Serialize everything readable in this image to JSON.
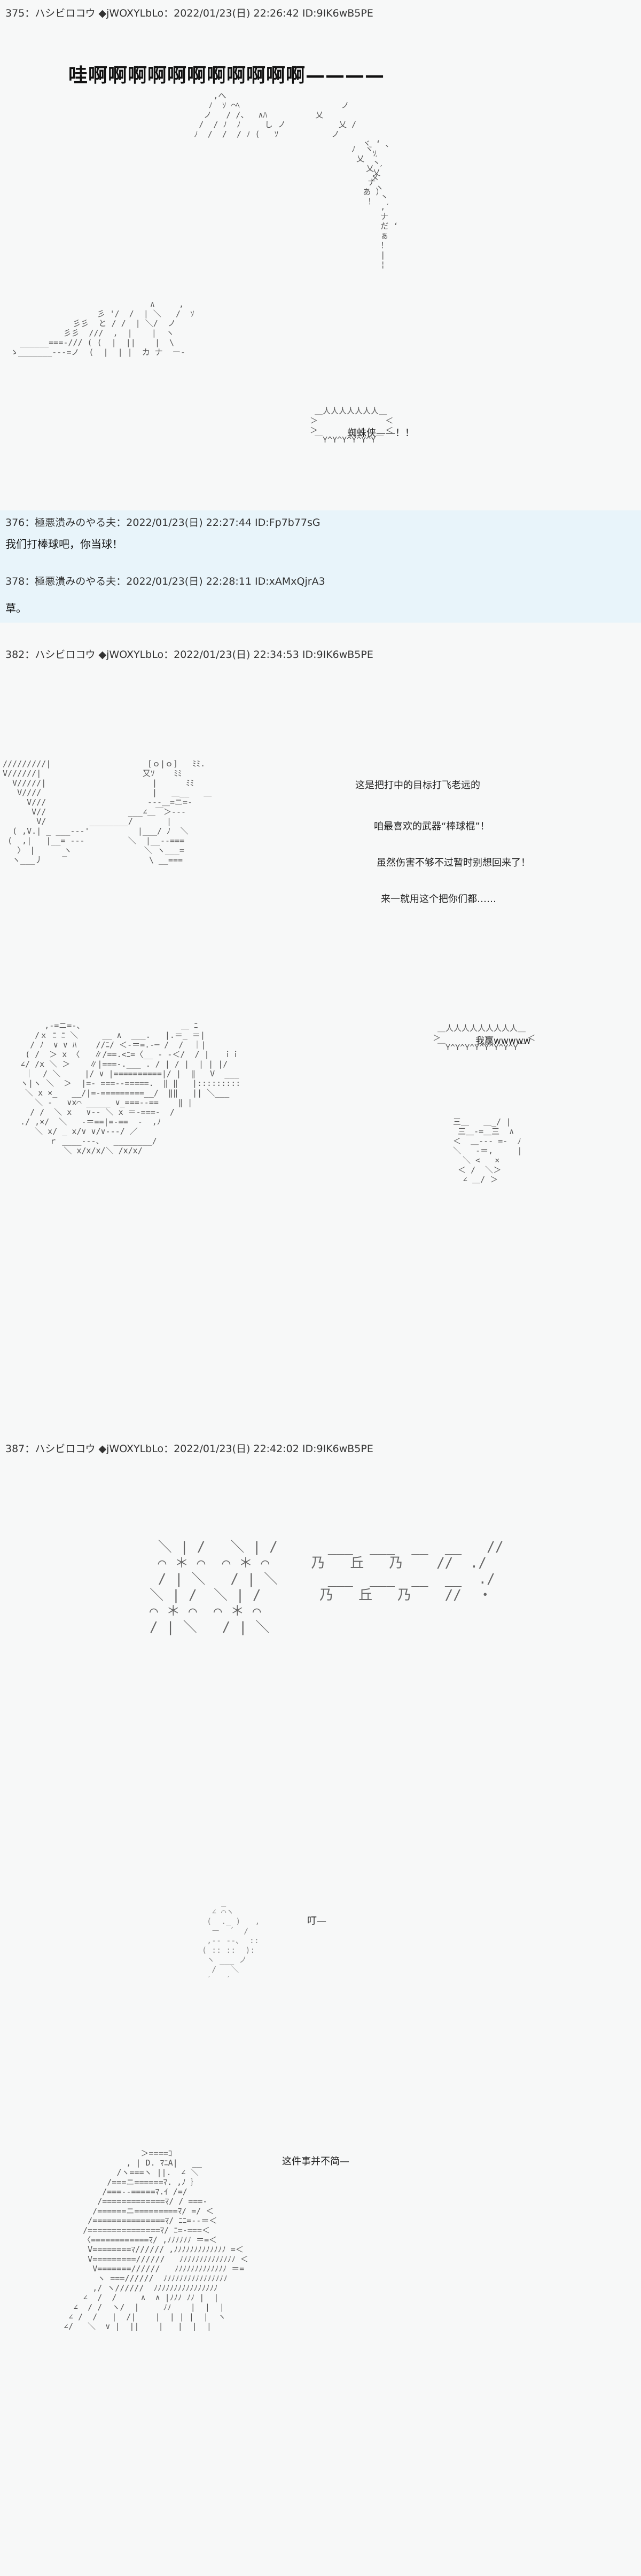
{
  "posts": [
    {
      "header": "375：ハシビロコウ ◆jWOXYLbLo：2022/01/23(日) 22:26:42 ID:9IK6wB5PE",
      "shout": "哇啊啊啊啊啊啊啊啊啊啊啊————",
      "bubble_text": "蜘蛛侠——！！"
    },
    {
      "header": "376：極悪潰みのやる夫：2022/01/23(日) 22:27:44 ID:Fp7b77sG",
      "body": "我们打棒球吧，你当球！"
    },
    {
      "header": "378：極悪潰みのやる夫：2022/01/23(日) 22:28:11 ID:xAMxQjrA3",
      "body": "草。"
    },
    {
      "header": "382：ハシビロコウ ◆jWOXYLbLo：2022/01/23(日) 22:34:53 ID:9IK6wB5PE",
      "lines": [
        "这是把打中的目标打飞老远的",
        "咱最喜欢的武器“棒球棍”！",
        "虽然伤害不够不过暂时别想回来了！",
        "来一就用这个把你们都……"
      ],
      "bubble_text": "我赢wwwww"
    },
    {
      "header": "387：ハシビロコウ ◆jWOXYLbLo：2022/01/23(日) 22:42:02 ID:9IK6wB5PE",
      "sfx_small": "叮—",
      "line": "这件事并不简—"
    }
  ]
}
